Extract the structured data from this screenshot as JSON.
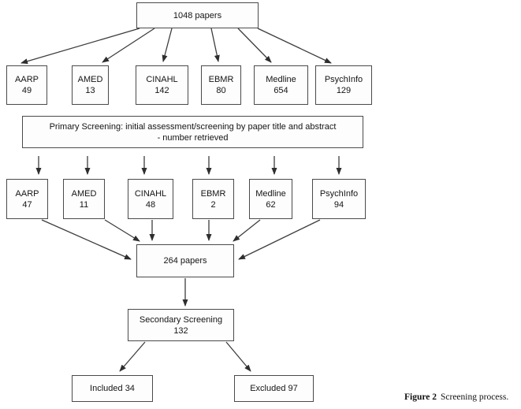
{
  "figure_caption": {
    "label": "Figure 2",
    "text": "Screening process."
  },
  "flowchart": {
    "total": {
      "label": "1048 papers"
    },
    "databases_retrieved": [
      {
        "name": "AARP",
        "count": "49"
      },
      {
        "name": "AMED",
        "count": "13"
      },
      {
        "name": "CINAHL",
        "count": "142"
      },
      {
        "name": "EBMR",
        "count": "80"
      },
      {
        "name": "Medline",
        "count": "654"
      },
      {
        "name": "PsychInfo",
        "count": "129"
      }
    ],
    "primary_screening": {
      "line1": "Primary Screening: initial assessment/screening by paper title and abstract",
      "line2": "- number retrieved"
    },
    "databases_screened": [
      {
        "name": "AARP",
        "count": "47"
      },
      {
        "name": "AMED",
        "count": "11"
      },
      {
        "name": "CINAHL",
        "count": "48"
      },
      {
        "name": "EBMR",
        "count": "2"
      },
      {
        "name": "Medline",
        "count": "62"
      },
      {
        "name": "PsychInfo",
        "count": "94"
      }
    ],
    "combined": {
      "label": "264 papers"
    },
    "secondary_screening": {
      "line1": "Secondary Screening",
      "line2": "132"
    },
    "included": {
      "label": "Included 34"
    },
    "excluded": {
      "label": "Excluded 97"
    }
  },
  "colors": {
    "background": "#ffffff",
    "box_fill": "#fdfdfd",
    "box_border": "#4a4a4a",
    "line": "#3d3d3d",
    "text": "#141414"
  }
}
